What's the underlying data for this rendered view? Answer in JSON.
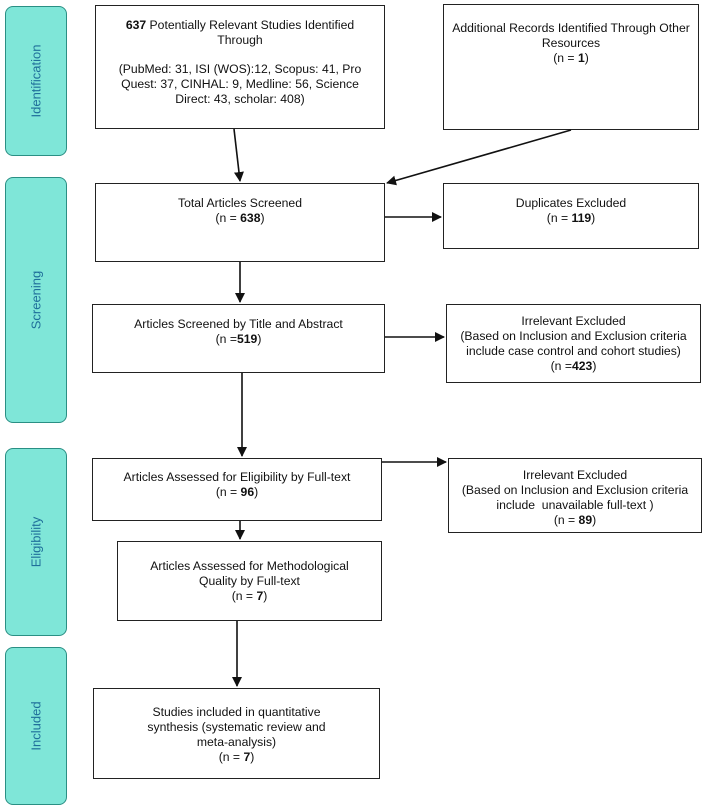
{
  "phases": {
    "identification": "Identification",
    "screening": "Screening",
    "eligibility": "Eligibility",
    "included": "Included"
  },
  "boxes": {
    "identified": {
      "count": "637",
      "line1": " Potentially Relevant Studies Identified",
      "line2": "Through",
      "sources": "(PubMed: 31, ISI (WOS):12, Scopus: 41, Pro Quest: 37, CINHAL: 9, Medline: 56, Science Direct: 43, scholar: 408)"
    },
    "additional": {
      "line1": "Additional Records Identified Through Other Resources",
      "n_prefix": "(n = ",
      "n_value": "1",
      "n_suffix": ")"
    },
    "total_screened": {
      "title": "Total Articles Screened",
      "n_prefix": "(n = ",
      "n_value": "638",
      "n_suffix": ")"
    },
    "duplicates": {
      "title": "Duplicates Excluded",
      "n_prefix": "(n = ",
      "n_value": "119",
      "n_suffix": ")"
    },
    "title_abstract": {
      "title": "Articles Screened by Title and Abstract",
      "n_prefix": "(n =",
      "n_value": "519",
      "n_suffix": ")"
    },
    "irrelevant_1": {
      "title": "Irrelevant Excluded",
      "line2": "(Based on Inclusion and Exclusion criteria",
      "line3": "include case control and cohort studies)",
      "n_prefix": "(n =",
      "n_value": "423",
      "n_suffix": ")"
    },
    "fulltext_eligibility": {
      "title": "Articles Assessed for Eligibility by Full-text",
      "n_prefix": "(n = ",
      "n_value": "96",
      "n_suffix": ")"
    },
    "irrelevant_2": {
      "title": "Irrelevant Excluded",
      "line2": "(Based on Inclusion and Exclusion criteria",
      "line3": "include  unavailable full-text )",
      "n_prefix": "(n = ",
      "n_value": "89",
      "n_suffix": ")"
    },
    "methodological": {
      "title": "Articles Assessed for Methodological Quality by Full-text",
      "n_prefix": "(n = ",
      "n_value": "7",
      "n_suffix": ")"
    },
    "included_studies": {
      "title": "Studies included in quantitative synthesis (systematic review and meta-analysis)",
      "n_prefix": "(n = ",
      "n_value": "7",
      "n_suffix": ")"
    }
  }
}
